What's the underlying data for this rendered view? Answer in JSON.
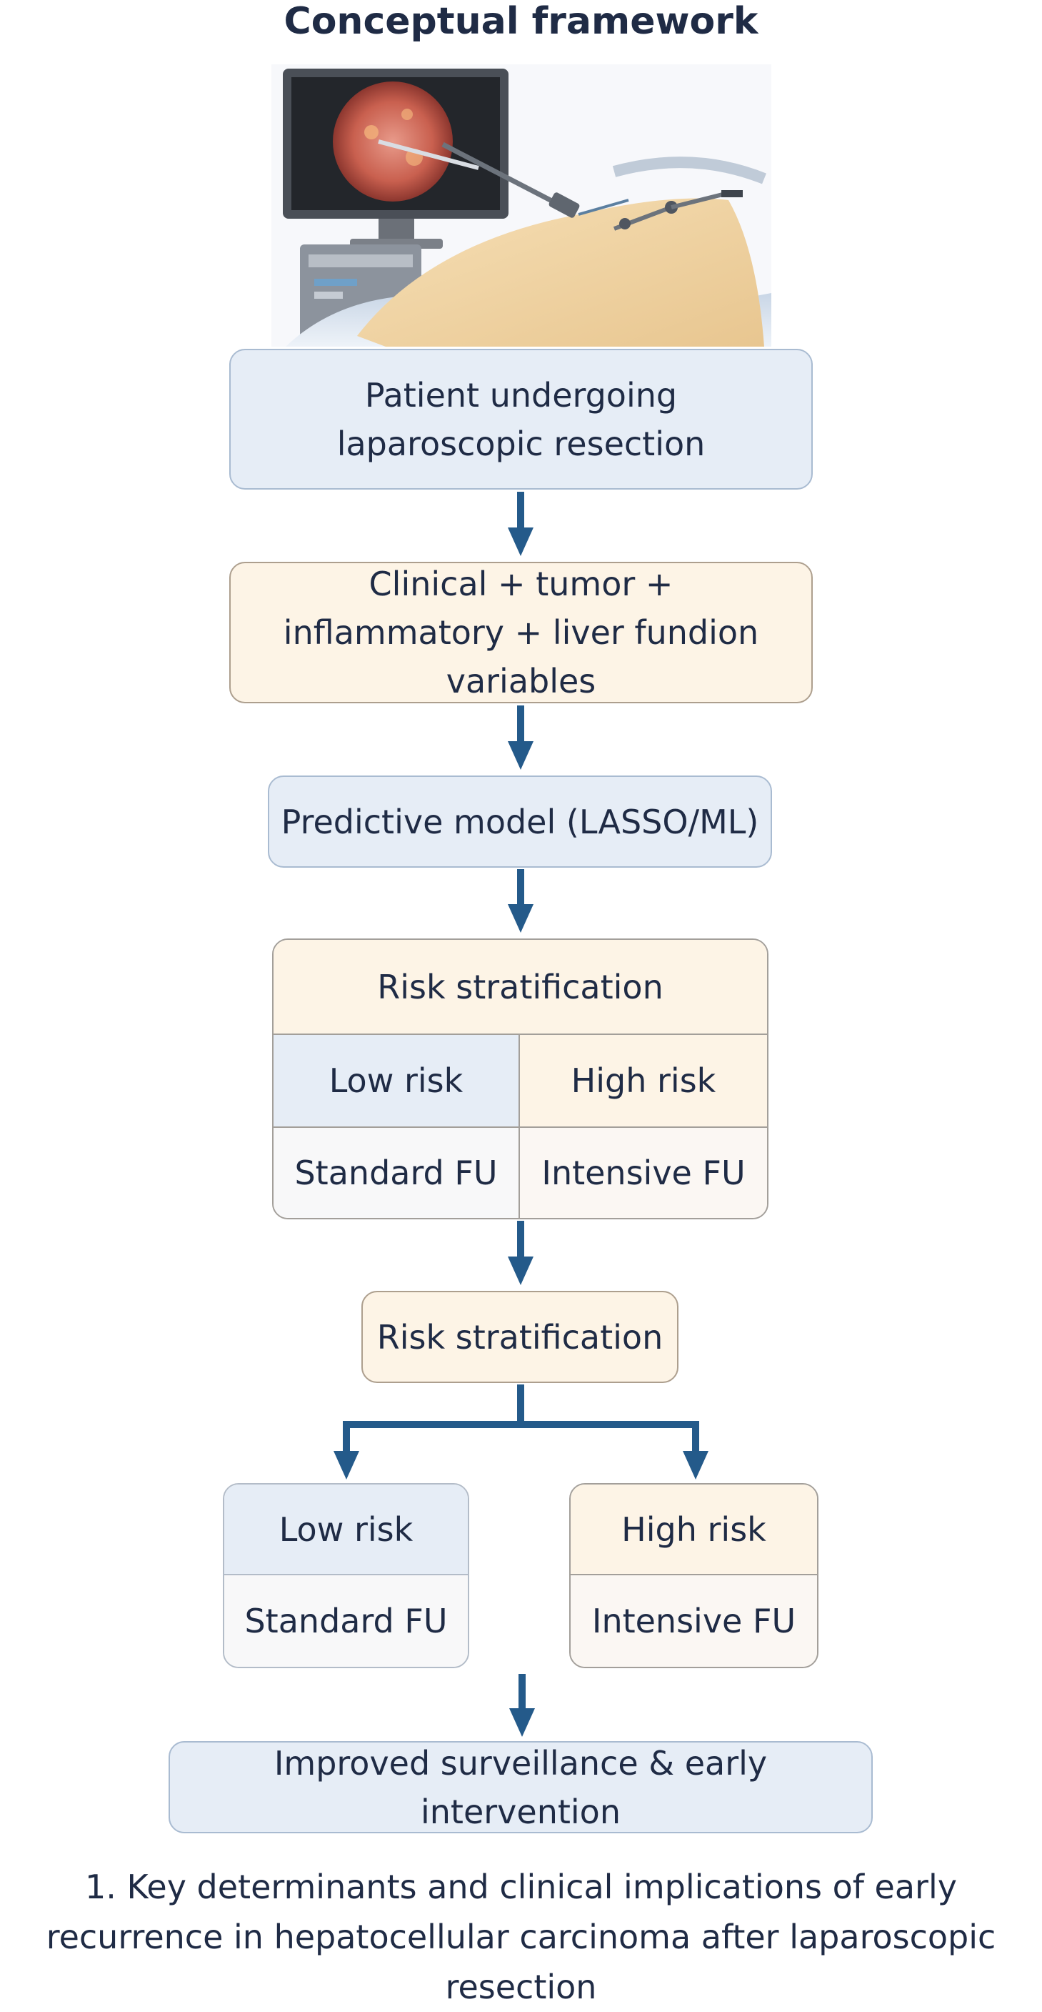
{
  "title": "Conceptual framework",
  "steps": {
    "patient": "Patient undergoing laparoscopic resection",
    "variables": "Clinical + tumor + inflammatory + liver fundion variables",
    "model": "Predictive model (LASSO/ML)"
  },
  "risk_table": {
    "header": "Risk stratification",
    "low_label": "Low risk",
    "high_label": "High risk",
    "low_followup": "Standard FU",
    "high_followup": "Intensive FU"
  },
  "risk_split": {
    "header": "Risk stratification",
    "low_label": "Low risk",
    "low_followup": "Standard FU",
    "high_label": "High risk",
    "high_followup": "Intensive FU"
  },
  "outcome": "Improved surveillance & early intervention",
  "caption": "1. Key determinants and clinical implications of early recurrence in hepatocellular carcinoma after laparoscopic resection",
  "colors": {
    "arrow": "#245a8a",
    "blue_box": "#e6edf6",
    "cream_box": "#fdf4e6",
    "text": "#1f2b45"
  }
}
